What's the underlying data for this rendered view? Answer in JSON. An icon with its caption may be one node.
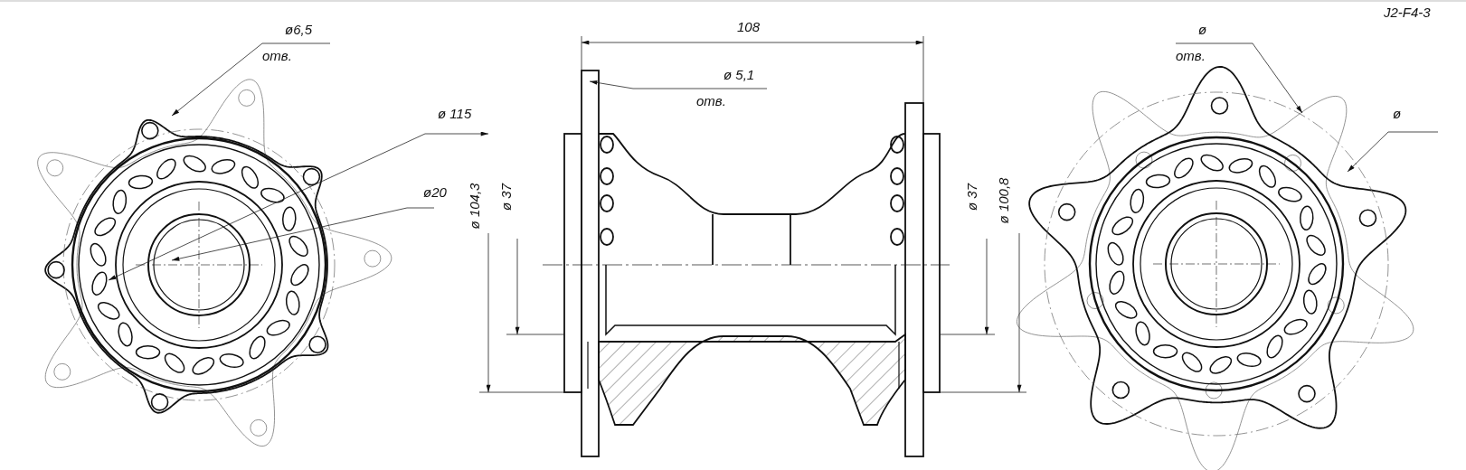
{
  "diagram": {
    "labels": [
      "J2-F4-3",
      "ø6,5",
      "отв.",
      "108",
      "ø 5,1",
      "отв.",
      "ø",
      "отв.",
      "ø 115",
      "ø",
      "ø20",
      "ø 104,3",
      "ø 37",
      "ø 37",
      "ø 100,8"
    ]
  }
}
